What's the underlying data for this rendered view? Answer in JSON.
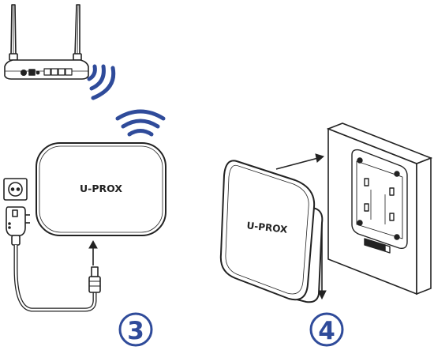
{
  "router": {
    "icon": "wifi-router-icon",
    "signal_icon": "wifi-signal-icon"
  },
  "hub": {
    "brand_label": "U-PROX",
    "signal_icon": "wifi-signal-icon",
    "outlet_icon": "power-outlet-icon",
    "adapter_icon": "power-adapter-icon"
  },
  "mounting": {
    "brand_label": "U-PROX",
    "panel_icon": "mounting-panel-icon"
  },
  "steps": [
    {
      "number": "3",
      "color": "#2f4b9a"
    },
    {
      "number": "4",
      "color": "#2f4b9a"
    }
  ],
  "colors": {
    "line": "#222222",
    "accent": "#2f4b9a"
  }
}
